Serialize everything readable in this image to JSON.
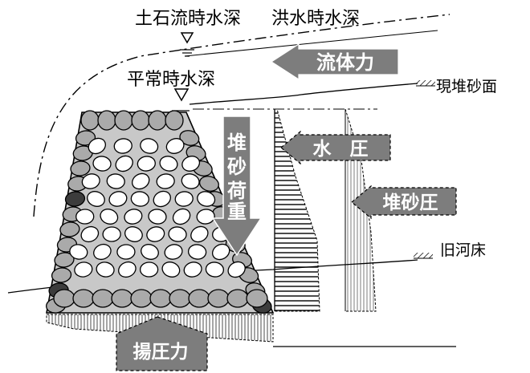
{
  "labels": {
    "debris_flow_depth": "土石流時水深",
    "flood_depth": "洪水時水深",
    "normal_depth": "平常時水深",
    "current_sediment_surface": "現堆砂面",
    "old_riverbed": "旧河床"
  },
  "forces": {
    "fluid_force": "流体力",
    "water_pressure": "水　圧",
    "sediment_pressure": "堆砂圧",
    "uplift": "揚圧力",
    "sediment_load": [
      "堆",
      "砂",
      "荷",
      "重"
    ]
  },
  "colors": {
    "dam_body": "#c8c8c8",
    "stone_fill": "#aaaaaa",
    "stone_dark": "#3c3c3c",
    "arrow_fill": "#7d7d7d",
    "label_text": "#ffffff",
    "line": "#000000"
  }
}
